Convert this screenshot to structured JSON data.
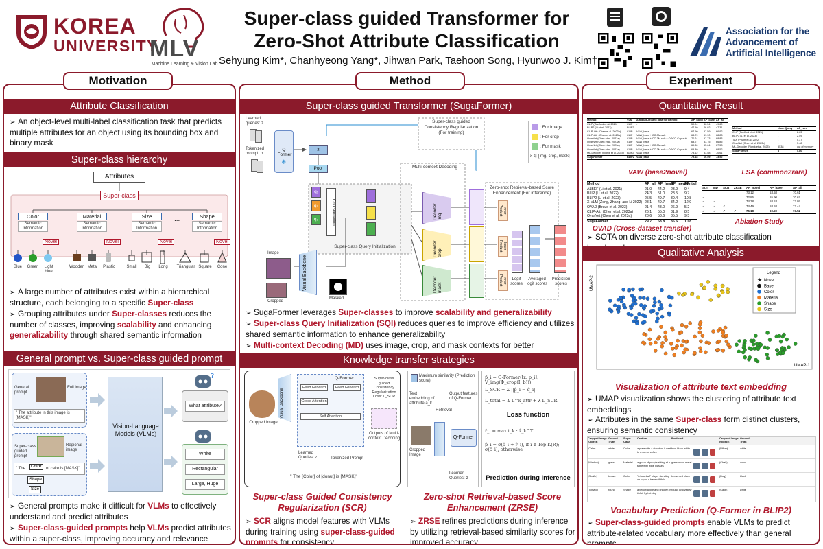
{
  "header": {
    "ku_line1": "KOREA",
    "ku_line2": "UNIVERSITY",
    "mlv_label": "MLV",
    "mlv_caption": "Machine Learning & Vision Lab",
    "title_line1": "Super-class guided Transformer for",
    "title_line2": "Zero-Shot Attribute Classification",
    "authors": "Sehyung Kim*, Chanhyeong Yang*, Jihwan Park, Taehoon Song, Hyunwoo J. Kim†",
    "aaai_line1": "Association for the",
    "aaai_line2": "Advancement of",
    "aaai_line3": "Artificial Intelligence"
  },
  "tabs": {
    "motivation": "Motivation",
    "method": "Method",
    "experiment": "Experiment"
  },
  "motivation": {
    "attr_cls_title": "Attribute Classification",
    "attr_cls_text": "An object-level multi-label classification task that predicts multiple attributes for an object using its bounding box and binary mask",
    "hierarchy_title": "Super-class hierarchy",
    "hier": {
      "root": "Attributes",
      "superclass": "Super-class",
      "groups": [
        "Color",
        "Material",
        "Size",
        "Shape"
      ],
      "semantic": "Semantic Information",
      "novel": "Novel",
      "ellipsis": "...",
      "leaves": [
        "Blue",
        "Green",
        "Light blue",
        "Wooden",
        "Metal",
        "Plastic",
        "Small",
        "Big",
        "Long",
        "Triangular",
        "Square",
        "Cone"
      ]
    },
    "hier_b1_pre": "A large number of attributes exist within a hierarchical structure, each belonging to a specific ",
    "hier_b1_red": "Super-class",
    "hier_b2_pre": "Grouping attributes under ",
    "hier_b2_red1": "Super-classes",
    "hier_b2_mid": " reduces the number of classes, improving ",
    "hier_b2_red2": "scalability",
    "hier_b2_mid2": " and enhancing ",
    "hier_b2_red3": "generalizability",
    "hier_b2_post": " through shared semantic information",
    "prompt_title": "General prompt vs. Super-class guided prompt",
    "prompt": {
      "general_label": "General prompt",
      "full_image": "Full image",
      "general_text": "\" The attribute in this image is [MASK]\"",
      "sc_label": "Super-class guided prompt",
      "regional_image": "Regional image",
      "sc_text_a": "\" The",
      "sc_text_b": "of cake is [MASK]\"",
      "chip_color": "Color",
      "chip_shape": "Shape",
      "chip_size": "Size",
      "vlm": "Vision-Language Models (VLMs)",
      "what_attr": "What attribute?",
      "ans1": "White",
      "ans2": "Rectangular",
      "ans3": "Large, Huge"
    },
    "p_b1_pre": "General prompts make it difficult for ",
    "p_b1_red": "VLMs",
    "p_b1_post": " to effectively understand and predict attributes",
    "p_b2_red1": "Super-class-guided prompts",
    "p_b2_mid": " help ",
    "p_b2_red2": "VLMs",
    "p_b2_post": " predict attributes within a super-class, improving accuracy and relevance"
  },
  "method": {
    "suga_title": "Super-class guided Transformer (SugaFormer)",
    "diagram": {
      "learned_queries": "Learned queries: z",
      "tokenized_prompt": "Tokenized prompt: p",
      "qformer": "Q-Former",
      "pool": "Pool",
      "concat": "Concatenation",
      "sqi": "Super-class Query Initialization",
      "image": "Image",
      "cropped": "Cropped",
      "masked": "Masked",
      "visual_backbone": "Visual Backbone",
      "mcd": "Multi-context Decoding",
      "dec_img": "Decoder img",
      "dec_crop": "Decoder crop",
      "dec_mask": "Decoder mask",
      "scr_box": "Super-class guided Consistency Regularization (For training)",
      "zrse_box": "Zero-shot Retrieval-based Score Enhancement (For inference)",
      "inner_product": "Inner Product",
      "logit_scores": "Logit scores",
      "avg_logit": "Averaged logit scores",
      "pred_scores": "Prediction scores",
      "leg_image": ": For image",
      "leg_crop": ": For crop",
      "leg_mask": ": For mask",
      "leg_x": "x ∈ {img, crop, mask}"
    },
    "m_b1_pre": "SugaFormer leverages ",
    "m_b1_red1": "Super-classes",
    "m_b1_mid": " to improve ",
    "m_b1_red2": "scalability and generalizability",
    "m_b2_red": "Super-class Query Initialization (SQI)",
    "m_b2_post": " reduces queries to improve efficiency and utilizes shared semantic information to enhance generalizability",
    "m_b3_red": "Multi-context Decoding (MD)",
    "m_b3_post": " uses image, crop, and mask contexts for better predictions",
    "kt_title": "Knowledge transfer strategies",
    "kt": {
      "cropped_image": "Cropped Image",
      "visual_backbone": "Visual Backbone",
      "feed_forward": "Feed Forward",
      "cross_attention": "Cross Attention",
      "self_attention": "Self Attention",
      "qformer": "Q-Former",
      "learned_queries": "Learned Queries: z",
      "tokenized_prompt": "Tokenized Prompt",
      "scr_loss": "Super-class guided Consistency Regularization Loss: L_SCR",
      "outputs_mcd": "Outputs of Multi-context Decoding",
      "prompt_text": "\" The [Color] of [donut] is [MASK]\"",
      "max_sim": "Maximum similarity (Prediction score)",
      "text_emb": "Text embedding of attribute a_k",
      "out_feat": "Output features of Q-Former",
      "retrieval": "Retrieval",
      "eq1": "p̂_i = Q-Former([z; p_i], V_img(Φ_crop(I, b)))",
      "eq2": "L_SCR = Σ ||p̂_i − q̂_i||",
      "eq3": "L_total = Σ L^x_attr + λ L_SCR",
      "loss_fn": "Loss function",
      "eq4": "r̂_i = max t_k · ẑ_k^T",
      "eq5": "p̂_i = σ(ĉ_i + r̂_i), if i ∈ Top-K(R); σ(ĉ_i), otherwise",
      "pred_inf": "Prediction during inference"
    },
    "scr_caption_1": "Super-class Guided Consistency",
    "scr_caption_2": "Regularization (SCR)",
    "zrse_caption_1": "Zero-shot Retrieval-based Score",
    "zrse_caption_2": "Enhancement (ZRSE)",
    "scr_b_red1": "SCR",
    "scr_b_mid": " aligns model features with VLMs during training using ",
    "scr_b_red2": "super-class-guided prompts",
    "scr_b_post": " for consistency",
    "zrse_b_red": "ZRSE",
    "zrse_b_post": " refines predictions during inference by utilizing retrieval-based similarity scores for improved accuracy"
  },
  "experiment": {
    "quant_title": "Quantitative Result",
    "vaw_caption": "VAW (base2novel)",
    "lsa_caption": "LSA (common2rare)",
    "ovad_caption": "OVAD (Cross-dataset transfer)",
    "ablation_caption": "Ablation Study",
    "ovad_headers": [
      "Method",
      "AP_all",
      "AP_head",
      "AP_medium",
      "AP_tail"
    ],
    "ovad_rows": [
      [
        "ALBEF (Li et al. 2021)",
        "21.0",
        "44.2",
        "23.9",
        "9.4"
      ],
      [
        "BLIP (Li et al. 2022)",
        "24.3",
        "51.0",
        "28.5",
        "9.7"
      ],
      [
        "BLIP2 (Li et al. 2023)",
        "25.5",
        "49.7",
        "30.4",
        "10.8"
      ],
      [
        "X-VLM (Zeng, Zhang, and Li 2022)",
        "28.1",
        "49.7",
        "34.2",
        "12.9"
      ],
      [
        "OVAD (Bravo et al. 2023)",
        "21.4",
        "48.0",
        "26.9",
        "5.2"
      ],
      [
        "CLIP-Attr (Chen et al. 2023a)",
        "26.1",
        "55.0",
        "31.9",
        "8.5"
      ],
      [
        "OvarNet (Chen et al. 2023a)",
        "28.6",
        "58.6",
        "35.5",
        "9.5"
      ],
      [
        "SugaFormer",
        "29.7",
        "58.8",
        "36.6",
        "10.8"
      ]
    ],
    "vaw_headers": [
      "Method",
      "VLM",
      "Attribute-related data for training",
      "AP_novel",
      "AP_base",
      "AP_all"
    ],
    "vaw_rows": [
      [
        "CLIP (Radford et al. 2021)",
        "CLIP",
        "-",
        "50.04",
        "46.54",
        "49.60"
      ],
      [
        "BLIP2 (Li et al. 2023)",
        "BLIP2",
        "-",
        "47.50",
        "46.02",
        "47.31"
      ],
      [
        "CLIP-Attr (Chen et al. 2023a)",
        "CLIP",
        "VAW_base",
        "67.90",
        "57.59",
        "66.92"
      ],
      [
        "CLIP-Attr (Chen et al. 2023a)",
        "CLIP",
        "VAW_base + CC-3M-sub",
        "68.79",
        "59.90",
        "68.83"
      ],
      [
        "OvarNet (Chen et al. 2023a)",
        "CLIP",
        "VAW_base + CC-3M-sub + COCO-Cap-sub",
        "70.24",
        "57.73",
        "68.83"
      ],
      [
        "OvarNet (Chen et al. 2023a)",
        "CLIP",
        "VAW_base",
        "68.27",
        "53.75",
        "66.85"
      ],
      [
        "OvarNet (Chen et al. 2023a)",
        "CLIP",
        "VAW_base + CC-3M-sub",
        "69.30",
        "55.64",
        "67.58"
      ],
      [
        "OvarNet (Chen et al. 2023a)",
        "CLIP",
        "VAW_base + CC-3M-sub + COCO-Cap-sub",
        "69.80",
        "56.4",
        "68.52"
      ],
      [
        "ML-Decoder (Ridnik et al. 2023)",
        "BLIP2",
        "VAW_base",
        "73.12",
        "53.58",
        "70.61"
      ],
      [
        "SugaFormer",
        "BLIP2",
        "VAW_base",
        "75.18",
        "60.59",
        "73.52"
      ]
    ],
    "lsa_headers": [
      "Method",
      "Num. Query",
      "AP_rare"
    ],
    "lsa_rows": [
      [
        "CLIP (Radford et al. 2021)",
        "-",
        "2.63"
      ],
      [
        "BLIP2 (Li et al. 2023)",
        "-",
        "2.59"
      ],
      [
        "TAP (Pham et al. 2022)",
        "-",
        "5.37"
      ],
      [
        "OvarNet (Chen et al. 2023a)",
        "-",
        "5.48"
      ],
      [
        "ML-Decoder (Ridnik et al. 2023)",
        "5538",
        "out of memory"
      ],
      [
        "SugaFormer",
        "8",
        "5.80"
      ]
    ],
    "abl_headers": [
      "SQI",
      "MD",
      "SCR",
      "ZRSE",
      "AP_novel",
      "AP_base",
      "AP_all"
    ],
    "abl_rows": [
      [
        "",
        "",
        "",
        "",
        "73.12",
        "53.58",
        "70.61"
      ],
      [
        "✓",
        "",
        "",
        "",
        "72.86",
        "55.90",
        "70.67"
      ],
      [
        "✓",
        "✓",
        "",
        "",
        "74.38",
        "58.53",
        "72.07"
      ],
      [
        "✓",
        "✓",
        "✓",
        "",
        "74.49",
        "58.58",
        "72.44"
      ],
      [
        "✓",
        "✓",
        "✓",
        "✓",
        "75.18",
        "60.59",
        "73.52"
      ]
    ],
    "sota_text": "SOTA on diverse zero-shot attribute classification benchmarks",
    "qual_title": "Qualitative Analysis",
    "umap": {
      "legend_title": "Legend",
      "legend_items": [
        "Novel",
        "Base",
        "Color",
        "Material",
        "Shape",
        "Size"
      ],
      "xlabel": "UMAP-1",
      "ylabel": "UMAP-2",
      "colors": {
        "novel": "#333333",
        "base": "#111111",
        "color": "#1f6fd0",
        "material": "#f07f1f",
        "shape": "#2a9d2a",
        "size": "#e8c51a"
      }
    },
    "umap_caption": "Visualization of attribute text embedding",
    "q_b1": "UMAP visualization shows the clustering of attribute text embeddings",
    "q_b2_pre": "Attributes in the same ",
    "q_b2_red": "Super-class",
    "q_b2_post": " form distinct clusters, ensuring semantic consistency",
    "vocab_headers": [
      "Cropped Image (Object)",
      "Ground Truth",
      "Super Class",
      "Caption",
      "Predicted",
      "Ground Truth"
    ],
    "vocab_rows": [
      [
        "(Cake)",
        "white",
        "Color",
        "a plate with a donut on it next to a cup of coffee",
        "blue black white",
        "(Pillow)",
        "white"
      ],
      [
        "(Window)",
        "glass",
        "Material",
        "a group of people sitting at a table with wine glasses",
        "glass wood metal",
        "(Chair)",
        "wood"
      ],
      [
        "(Giraffe)",
        "brown",
        "Color",
        "\"a baseball\" player standing on top of a baseball field",
        "brown red black",
        "(Dog)",
        "black"
      ],
      [
        "(Tomato)",
        "round",
        "Shape",
        "a yellow apple and chicken in tinfoil fry hot dog",
        "round oval yellow",
        "(Cake)",
        "white"
      ]
    ],
    "vocab_caption": "Vocabulary Prediction (Q-Former in BLIP2)",
    "v_b1_red": "Super-class-guided prompts",
    "v_b1_post": " enable VLMs to predict attribute-related vocabulary more effectively than general prompts"
  }
}
